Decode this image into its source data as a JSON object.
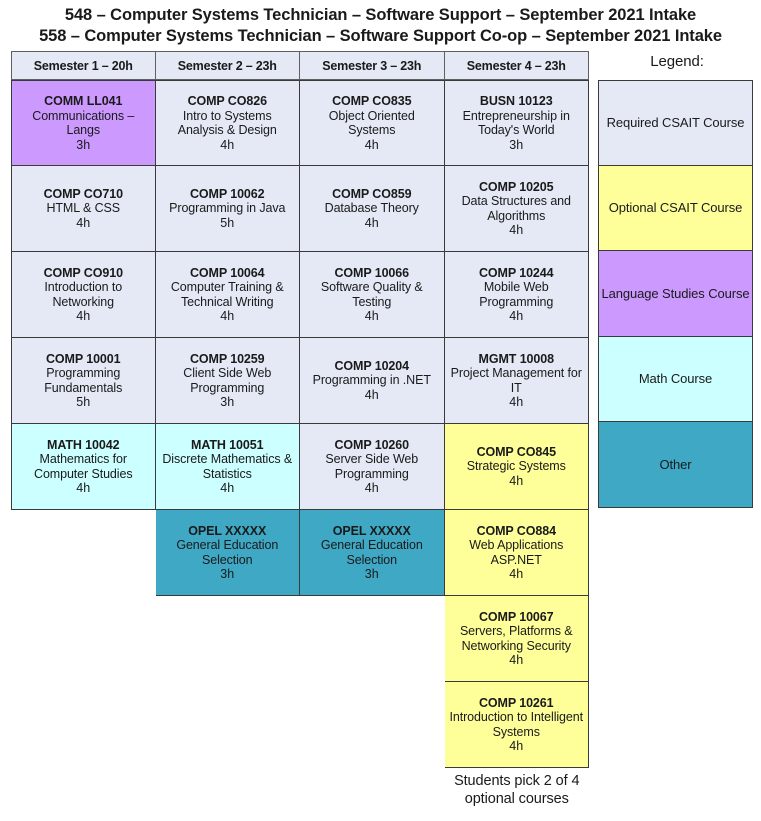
{
  "titles": [
    "548 – Computer Systems Technician – Software Support – September 2021 Intake",
    "558 – Computer Systems Technician – Software Support Co-op – September 2021 Intake"
  ],
  "legend": {
    "heading": "Legend:",
    "items": [
      {
        "label": "Required CSAIT Course",
        "color": "#e4e9f5",
        "key": "required"
      },
      {
        "label": "Optional CSAIT Course",
        "color": "#ffff99",
        "key": "optional"
      },
      {
        "label": "Language Studies Course",
        "color": "#cc99ff",
        "key": "language"
      },
      {
        "label": "Math Course",
        "color": "#ccffff",
        "key": "math"
      },
      {
        "label": "Other",
        "color": "#3fa8c4",
        "key": "other"
      }
    ]
  },
  "semesters": [
    {
      "header": "Semester 1 – 20h",
      "note": "",
      "courses": [
        {
          "code": "COMM LL041",
          "name": "Communications – Langs",
          "hours": "3h",
          "category": "language"
        },
        {
          "code": "COMP CO710",
          "name": "HTML & CSS",
          "hours": "4h",
          "category": "required"
        },
        {
          "code": "COMP CO910",
          "name": "Introduction to Networking",
          "hours": "4h",
          "category": "required"
        },
        {
          "code": "COMP 10001",
          "name": "Programming Fundamentals",
          "hours": "5h",
          "category": "required"
        },
        {
          "code": "MATH 10042",
          "name": "Mathematics for Computer Studies",
          "hours": "4h",
          "category": "math"
        }
      ]
    },
    {
      "header": "Semester 2 – 23h",
      "note": "",
      "courses": [
        {
          "code": "COMP CO826",
          "name": "Intro to Systems Analysis & Design",
          "hours": "4h",
          "category": "required"
        },
        {
          "code": "COMP 10062",
          "name": "Programming in Java",
          "hours": "5h",
          "category": "required"
        },
        {
          "code": "COMP 10064",
          "name": "Computer Training & Technical Writing",
          "hours": "4h",
          "category": "required"
        },
        {
          "code": "COMP 10259",
          "name": "Client Side Web Programming",
          "hours": "3h",
          "category": "required"
        },
        {
          "code": "MATH 10051",
          "name": "Discrete Mathematics & Statistics",
          "hours": "4h",
          "category": "math"
        },
        {
          "code": "OPEL XXXXX",
          "name": "General Education Selection",
          "hours": "3h",
          "category": "other"
        }
      ]
    },
    {
      "header": "Semester 3 – 23h",
      "note": "",
      "courses": [
        {
          "code": "COMP CO835",
          "name": "Object Oriented Systems",
          "hours": "4h",
          "category": "required"
        },
        {
          "code": "COMP CO859",
          "name": "Database Theory",
          "hours": "4h",
          "category": "required"
        },
        {
          "code": "COMP 10066",
          "name": "Software Quality & Testing",
          "hours": "4h",
          "category": "required"
        },
        {
          "code": "COMP 10204",
          "name": "Programming in .NET",
          "hours": "4h",
          "category": "required"
        },
        {
          "code": "COMP 10260",
          "name": "Server Side Web Programming",
          "hours": "4h",
          "category": "required"
        },
        {
          "code": "OPEL XXXXX",
          "name": "General Education Selection",
          "hours": "3h",
          "category": "other"
        }
      ]
    },
    {
      "header": "Semester 4 – 23h",
      "note": "Students pick 2 of 4 optional courses",
      "courses": [
        {
          "code": "BUSN 10123",
          "name": "Entrepreneurship in Today's World",
          "hours": "3h",
          "category": "required"
        },
        {
          "code": "COMP 10205",
          "name": "Data Structures and Algorithms",
          "hours": "4h",
          "category": "required"
        },
        {
          "code": "COMP 10244",
          "name": "Mobile Web Programming",
          "hours": "4h",
          "category": "required"
        },
        {
          "code": "MGMT 10008",
          "name": "Project Management for IT",
          "hours": "4h",
          "category": "required"
        },
        {
          "code": "COMP CO845",
          "name": "Strategic Systems",
          "hours": "4h",
          "category": "optional"
        },
        {
          "code": "COMP CO884",
          "name": "Web Applications ASP.NET",
          "hours": "4h",
          "category": "optional"
        },
        {
          "code": "COMP 10067",
          "name": "Servers, Platforms & Networking Security",
          "hours": "4h",
          "category": "optional"
        },
        {
          "code": "COMP 10261",
          "name": "Introduction to Intelligent Systems",
          "hours": "4h",
          "category": "optional"
        }
      ]
    }
  ]
}
